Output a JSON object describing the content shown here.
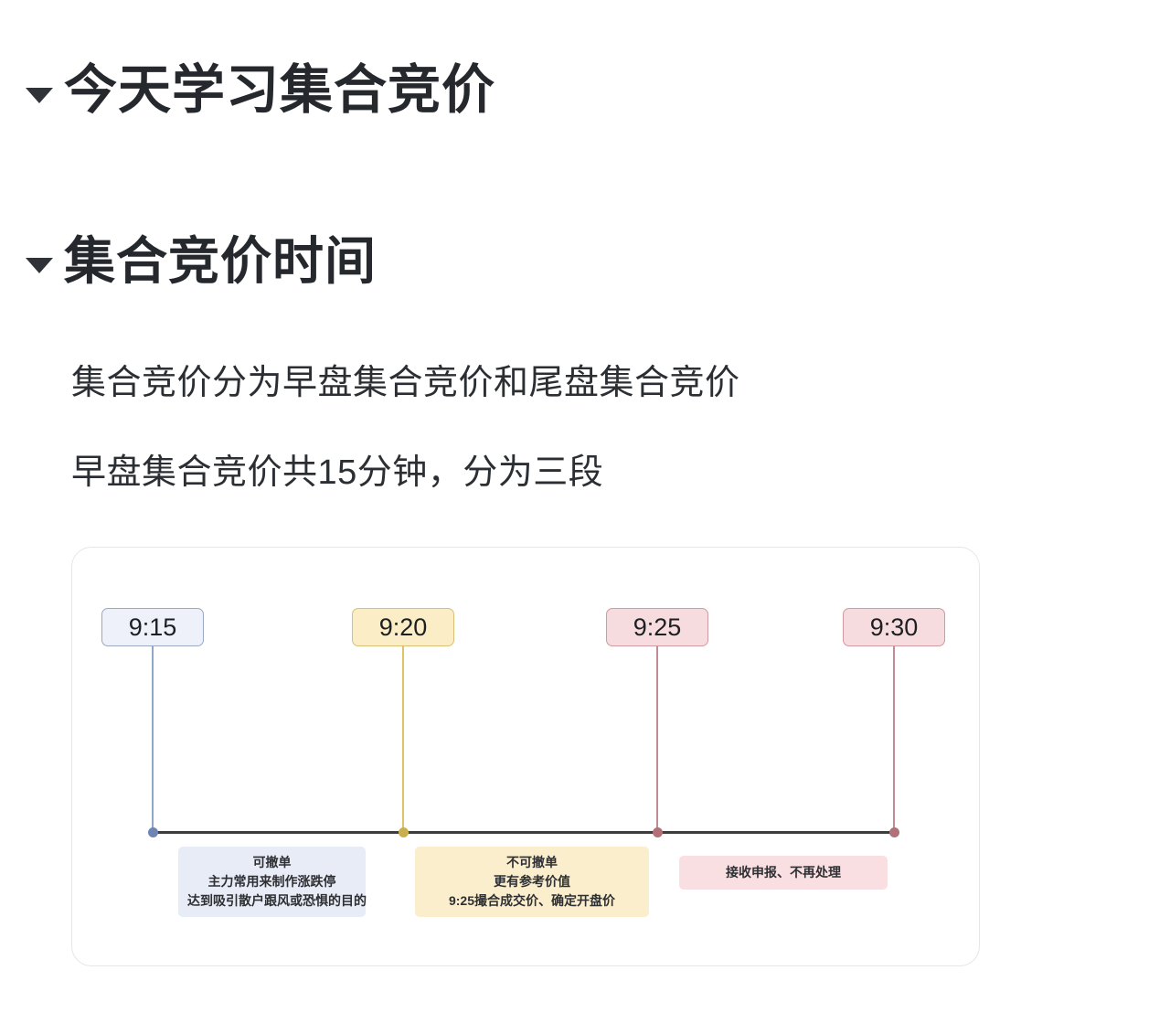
{
  "page": {
    "background": "#ffffff"
  },
  "headings": [
    {
      "marker": "collapse-triangle-down",
      "text": "今天学习集合竞价"
    },
    {
      "marker": "collapse-triangle-down",
      "text": "集合竞价时间"
    }
  ],
  "paragraphs": [
    "集合竞价分为早盘集合竞价和尾盘集合竞价",
    "早盘集合竞价共15分钟，分为三段"
  ],
  "diagram": {
    "axis_color": "#3d3d3d",
    "time_labels": [
      {
        "text": "9:15",
        "bg": "#eef1f9",
        "border": "#9aa8c4",
        "line_color": "#8fa8c8",
        "dot_color": "#6d84b4"
      },
      {
        "text": "9:20",
        "bg": "#fbeec6",
        "border": "#d9bf76",
        "line_color": "#dcc36a",
        "dot_color": "#c9b04f"
      },
      {
        "text": "9:25",
        "bg": "#f7dcdf",
        "border": "#cf9aa1",
        "line_color": "#c08b92",
        "dot_color": "#b07178"
      },
      {
        "text": "9:30",
        "bg": "#f7dcdf",
        "border": "#cf9aa1",
        "line_color": "#c08b92",
        "dot_color": "#b07178"
      }
    ],
    "notes": [
      {
        "bg": "#e8ecf7",
        "lines": [
          "可撤单",
          "主力常用来制作涨跌停",
          "达到吸引散户跟风或恐惧的目的"
        ]
      },
      {
        "bg": "#faeecd",
        "lines": [
          "不可撤单",
          "更有参考价值",
          "9:25撮合成交价、确定开盘价"
        ]
      },
      {
        "bg": "#f9dfe2",
        "lines": [
          "接收申报、不再处理"
        ]
      }
    ]
  }
}
